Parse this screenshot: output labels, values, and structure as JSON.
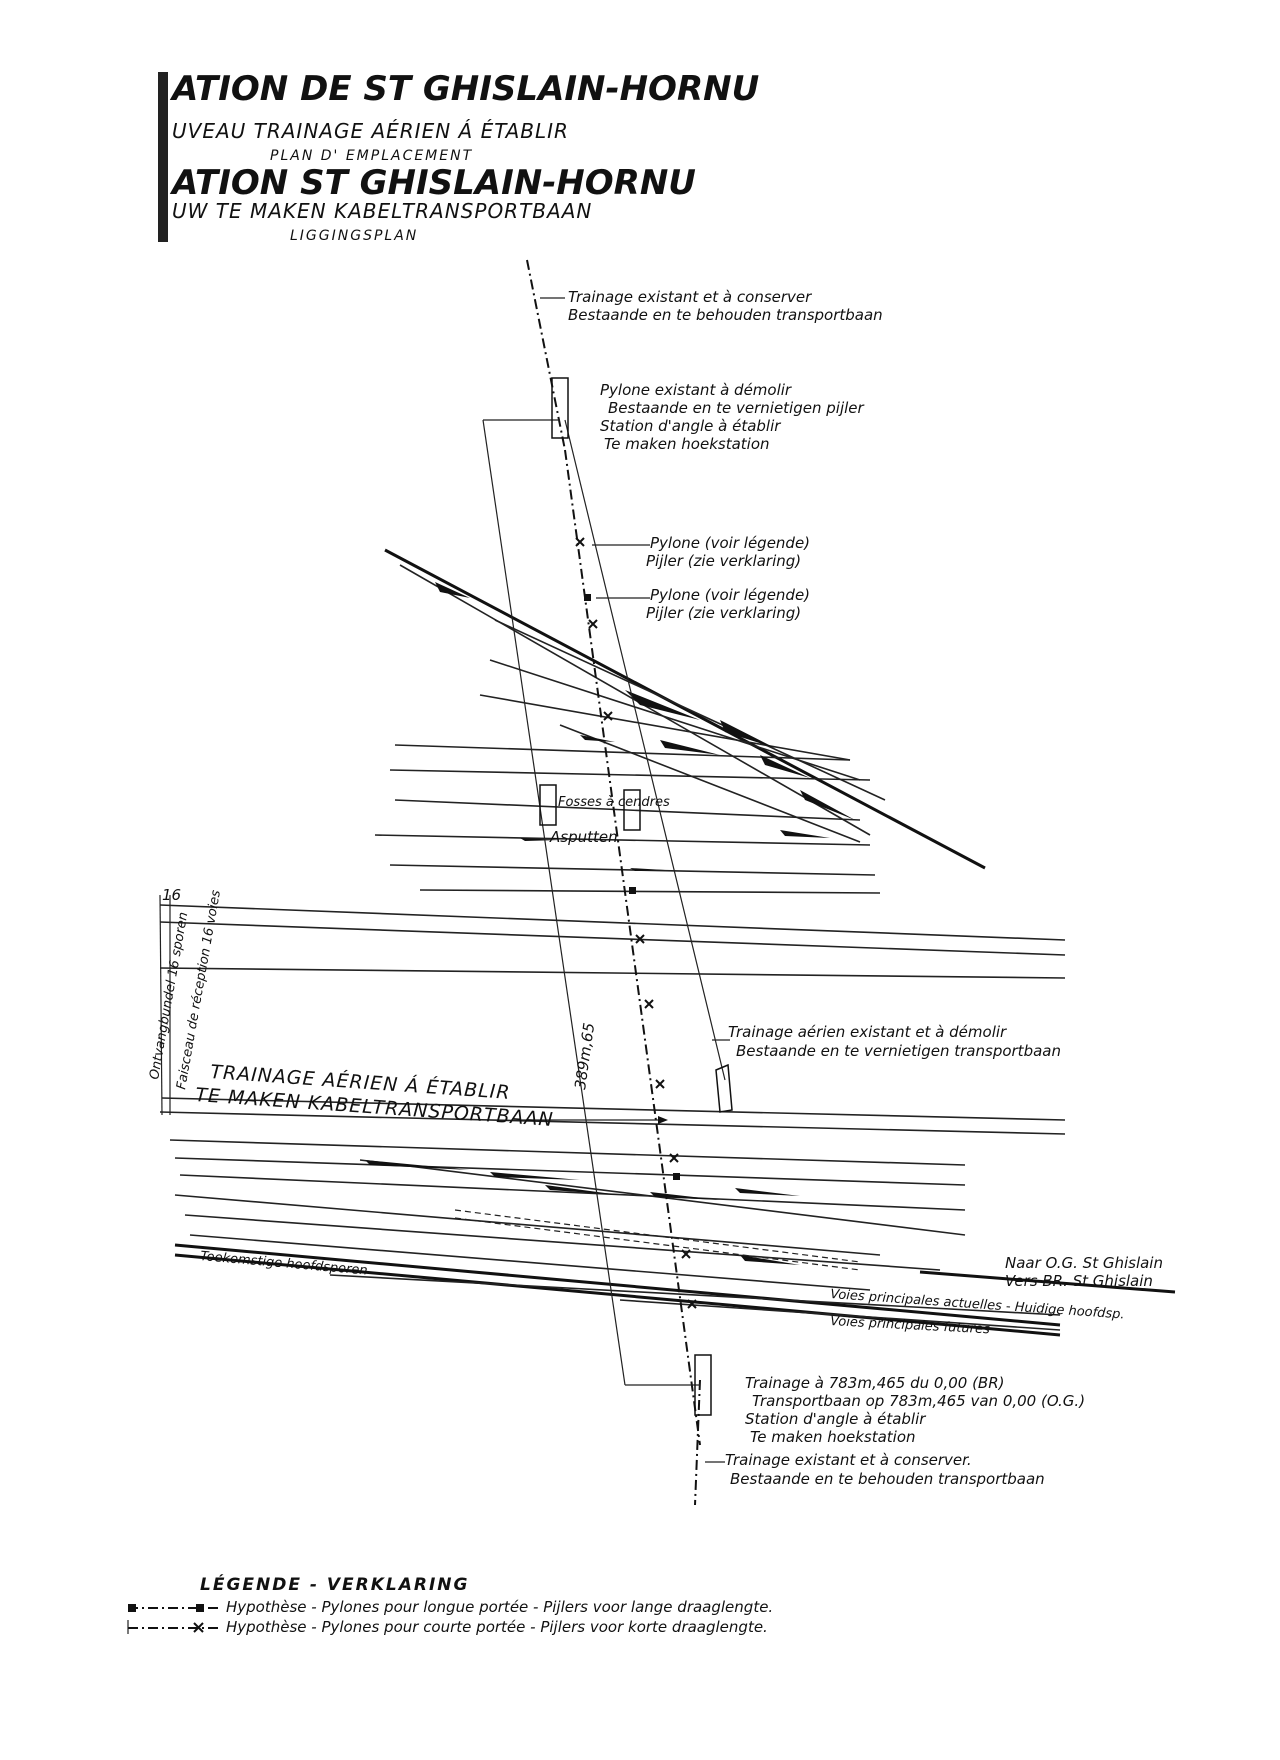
{
  "title": {
    "fr_station": "ATION DE ST GHISLAIN-HORNU",
    "fr_subtitle": "UVEAU TRAINAGE AÉRIEN Á ÉTABLIR",
    "fr_plan": "PLAN D' EMPLACEMENT",
    "nl_station": "ATION ST GHISLAIN-HORNU",
    "nl_subtitle": "UW TE MAKEN KABELTRANSPORTBAAN",
    "nl_plan": "LIGGINGSPLAN"
  },
  "annotations": {
    "existing_keep_top_fr": "Trainage existant et à conserver",
    "existing_keep_top_nl": "Bestaande en te behouden transportbaan",
    "pylon_demolish_fr": "Pylone existant à démolir",
    "pylon_demolish_nl": "Bestaande en te vernietigen pijler",
    "angle_station_top_fr": "Station d'angle à établir",
    "angle_station_top_nl": "Te maken hoekstation",
    "pylon1_fr": "Pylone (voir légende)",
    "pylon1_nl": "Pijler (zie verklaring)",
    "pylon2_fr": "Pylone (voir légende)",
    "pylon2_nl": "Pijler (zie verklaring)",
    "ash_pits_fr": "Fosses à cendres",
    "ash_pits_nl": "Asputten",
    "track_16": "16",
    "reception_fr": "Faisceau de réception 16 voies",
    "reception_nl": "Ontvangbundel 16 sporen",
    "distance": "389m,65",
    "existing_demolish_fr": "Trainage aérien existant et à démolir",
    "existing_demolish_nl": "Bestaande en te vernietigen transportbaan",
    "new_line_fr": "TRAINAGE AÉRIEN Á ÉTABLIR",
    "new_line_nl": "TE MAKEN KABELTRANSPORTBAAN",
    "to_og_nl": "Naar O.G. St Ghislain",
    "to_br_fr": "Vers BR. St Ghislain",
    "future_main_nl": "Toekomstige hoofdsporen",
    "current_main": "Voies principales actuelles - Huidige hoofdsp.",
    "future_main_fr": "Voies principales futures",
    "bottom_position_fr": "Trainage à 783m,465 du 0,00 (BR)",
    "bottom_position_nl": "Transportbaan op 783m,465 van 0,00 (O.G.)",
    "angle_station_bottom_fr": "Station d'angle à établir",
    "angle_station_bottom_nl": "Te maken hoekstation",
    "existing_keep_bottom_fr": "Trainage existant et à conserver.",
    "existing_keep_bottom_nl": "Bestaande en te behouden transportbaan"
  },
  "legend": {
    "title": "LÉGENDE - VERKLARING",
    "items": [
      {
        "marker": "square",
        "text": "Hypothèse - Pylones pour longue portée - Pijlers voor lange draaglengte."
      },
      {
        "marker": "cross",
        "text": "Hypothèse - Pylones pour courte portée - Pijlers voor korte draaglengte."
      }
    ]
  }
}
